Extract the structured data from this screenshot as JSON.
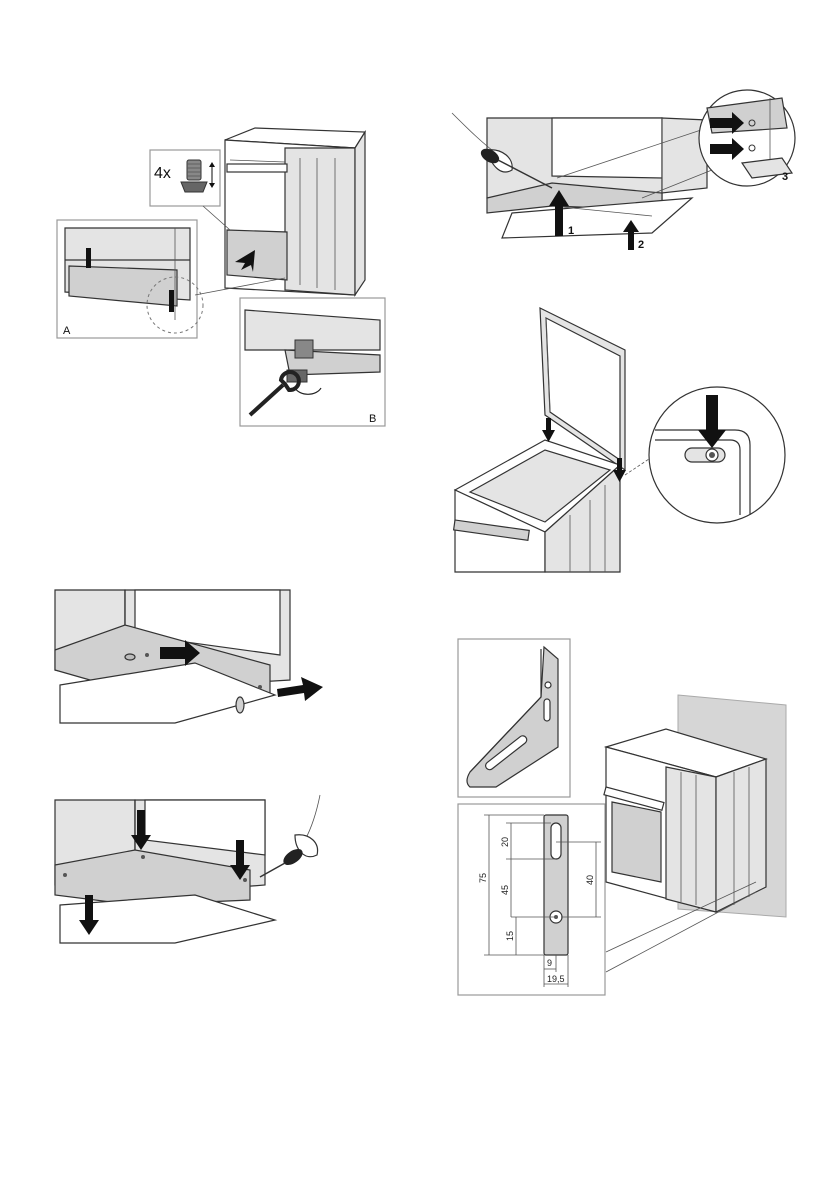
{
  "figure1": {
    "quantity_label": "4x",
    "inset_a_label": "A",
    "inset_b_label": "B"
  },
  "figure2": {
    "arrow_1_label": "1",
    "arrow_2_label": "2",
    "callout_3_label": "3"
  },
  "figure6": {
    "dimensions": {
      "height_total": "75",
      "slot_length": "20",
      "slot_to_hole": "45",
      "hole_from_bottom": "15",
      "slot_to_hole_right": "40",
      "hole_offset": "9",
      "width": "19,5"
    }
  },
  "colors": {
    "panel_light": "#e4e4e4",
    "panel_mid": "#d0d0d0",
    "arrow": "#111111",
    "frame": "#999999"
  }
}
